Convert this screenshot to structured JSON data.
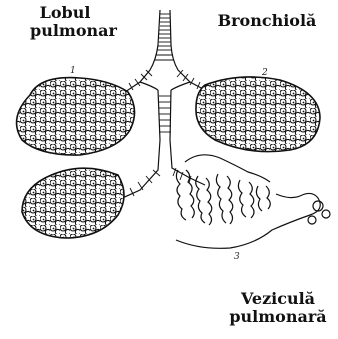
{
  "labels": {
    "lobul_line1": "Lobul",
    "lobul_line2": "pulmonar",
    "bronchiola": "Bronchiolă",
    "vezicula_line1": "Veziculă",
    "vezicula_line2": "pulmonară"
  },
  "markers": {
    "n1": "1",
    "n2": "2",
    "n3": "3"
  },
  "colors": {
    "ink": "#111111",
    "paper": "#ffffff"
  }
}
